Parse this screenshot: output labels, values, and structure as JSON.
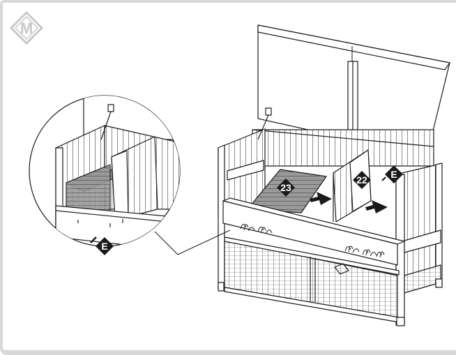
{
  "logo": {
    "letter": "M",
    "color": "#c8c8c8"
  },
  "callouts": {
    "part_23": "23",
    "part_22": "22",
    "hardware_e_main": "E",
    "hardware_e_detail": "E"
  },
  "colors": {
    "line": "#1a1a1a",
    "shade": "#8c8c8c",
    "callout_fill": "#1a1a1a",
    "callout_text": "#ffffff",
    "frame": "#d8d8d8"
  }
}
